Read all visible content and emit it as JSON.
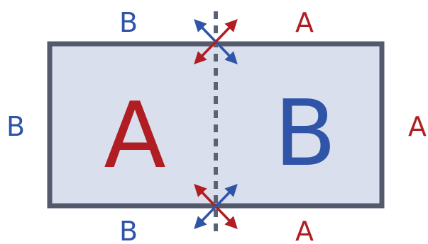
{
  "regions": {
    "left": {
      "label": "A",
      "color": "#b01e23"
    },
    "right": {
      "label": "B",
      "color": "#2f54a8"
    }
  },
  "edge_labels": {
    "top_left": "B",
    "top_right": "A",
    "bottom_left": "B",
    "bottom_right": "A",
    "left": "B",
    "right": "A"
  },
  "colors": {
    "red": "#b01e23",
    "blue": "#2f54a8",
    "border": "#525a6b",
    "fill": "#d9dfec",
    "divider": "#5a6275"
  },
  "icons": [
    "crossing-arrows-icon-top",
    "crossing-arrows-icon-bottom"
  ]
}
